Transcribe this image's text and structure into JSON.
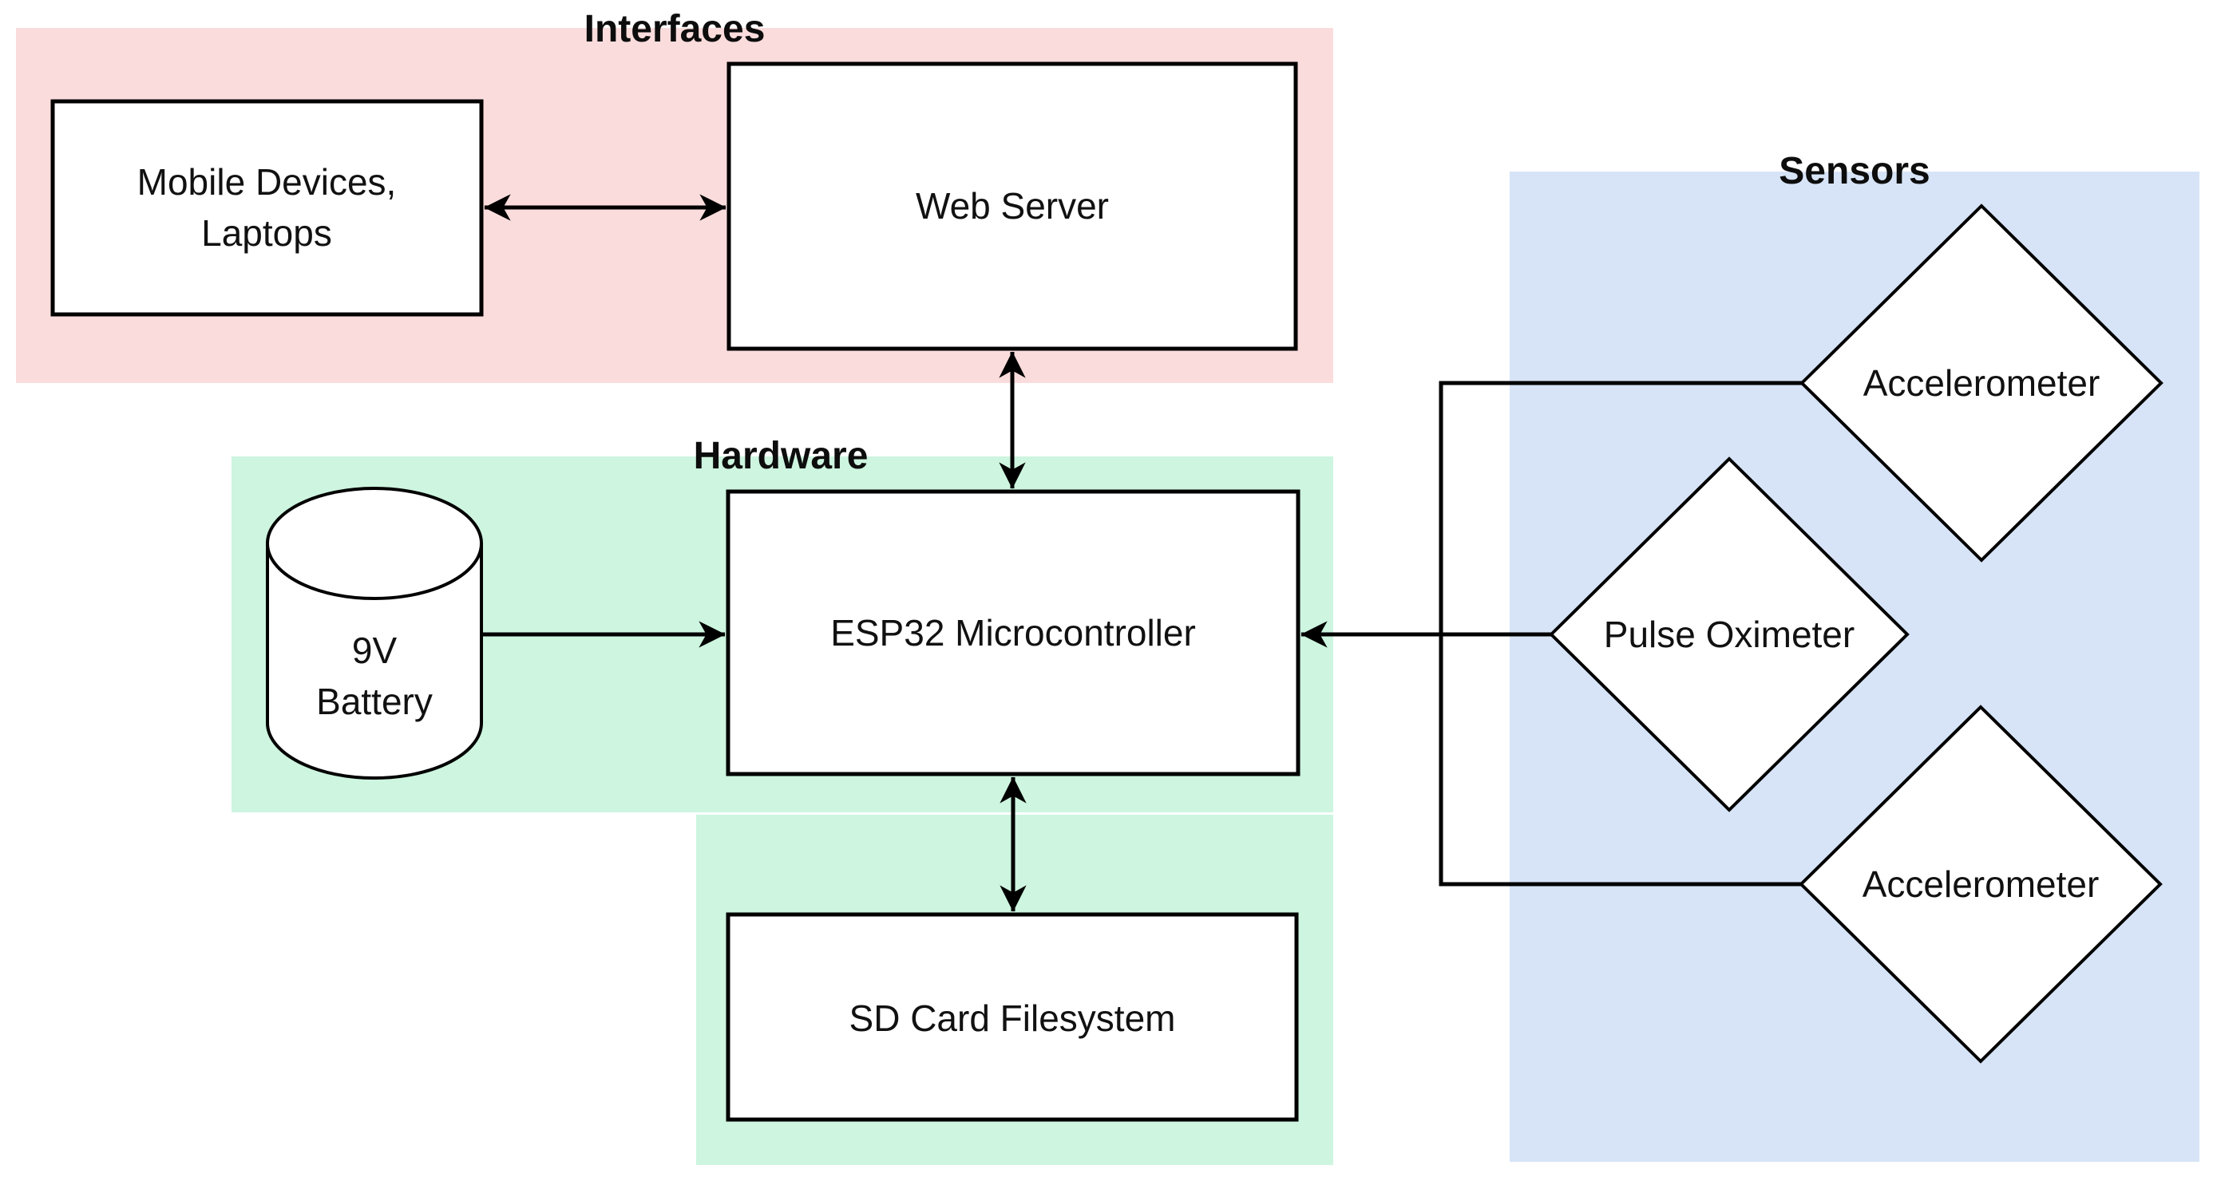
{
  "regions": {
    "interfaces": {
      "label": "Interfaces",
      "color": "#fbdcdc"
    },
    "hardware": {
      "label": "Hardware",
      "color": "#cdf5df"
    },
    "sensors": {
      "label": "Sensors",
      "color": "#d7e4f7"
    }
  },
  "nodes": {
    "mobile_devices": {
      "line1": "Mobile Devices,",
      "line2": "Laptops"
    },
    "web_server": {
      "label": "Web Server"
    },
    "esp32": {
      "label": "ESP32 Microcontroller"
    },
    "battery": {
      "line1": "9V",
      "line2": "Battery"
    },
    "sd_card": {
      "label": "SD Card Filesystem"
    },
    "accelerometer_top": {
      "label": "Accelerometer"
    },
    "pulse_oximeter": {
      "label": "Pulse Oximeter"
    },
    "accelerometer_bottom": {
      "label": "Accelerometer"
    }
  },
  "colors": {
    "node_fill": "#ffffff",
    "stroke": "#000000",
    "text": "#111111"
  }
}
